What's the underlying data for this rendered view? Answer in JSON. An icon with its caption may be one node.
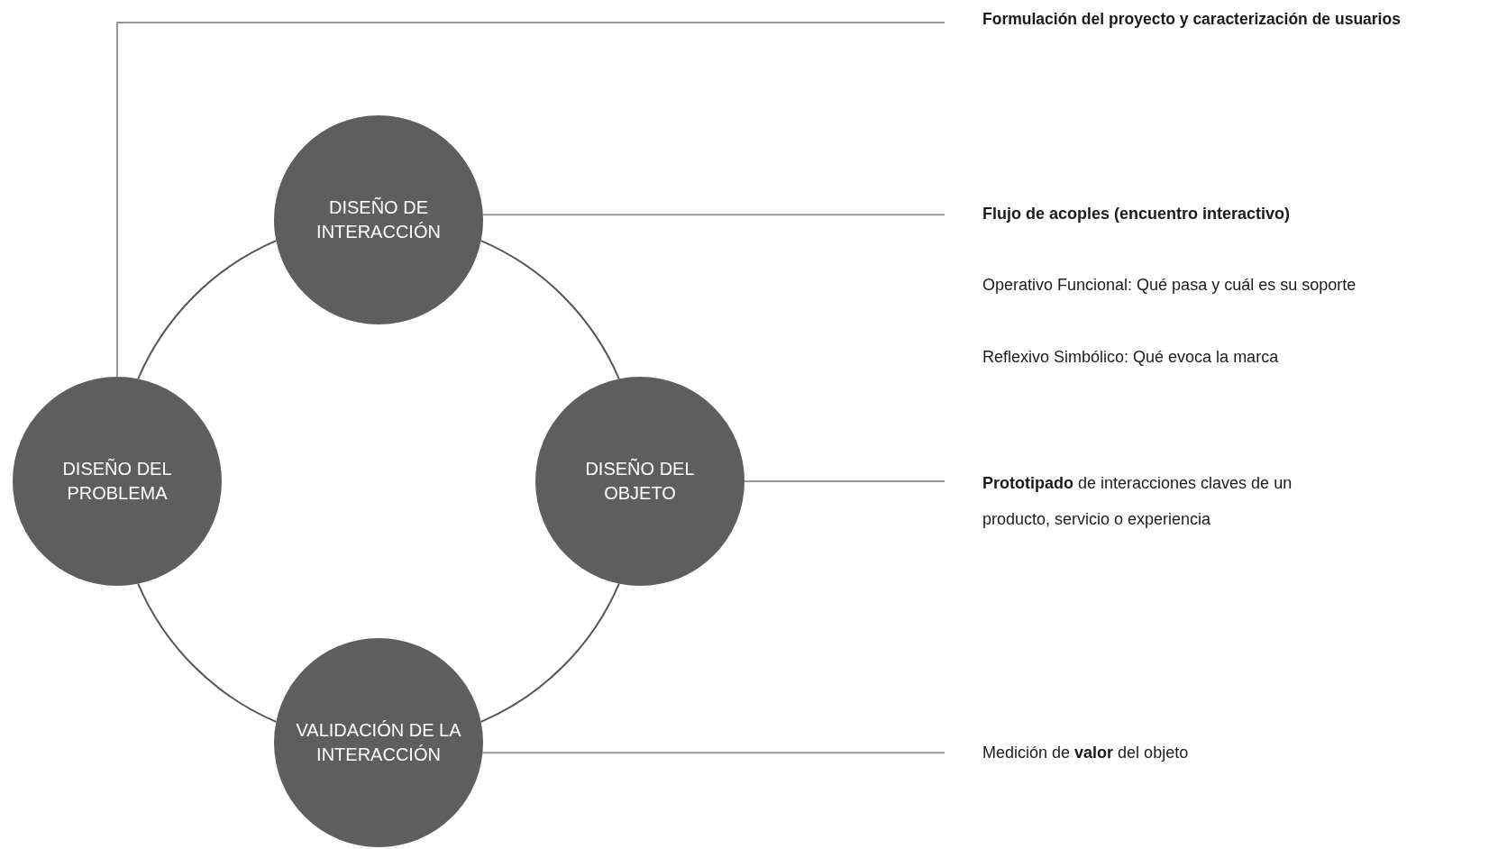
{
  "diagram": {
    "nodes": [
      {
        "text": [
          "DISEÑO DE INTERACCIÓN"
        ]
      },
      {
        "text": [
          "DISEÑO DEL PROBLEMA"
        ]
      },
      {
        "text": [
          "DISEÑO DEL OBJETO"
        ]
      },
      {
        "text": [
          "VALIDACIÓN DE LA INTERACCIÓN"
        ]
      },
      {
        "text": [
          "Formulación del proyecto y caracterización de usuarios"
        ]
      },
      {
        "text": [
          "Flujo de acoples (encuentro interactivo)"
        ]
      },
      {
        "text": [
          "**Prototipado** de interacciones claves de un producto, servicio o experiencia"
        ]
      },
      {
        "text": [
          "Medición de **valor** del objeto"
        ]
      }
    ],
    "edges": [
      {
        "from": 0,
        "to": 2,
        "arrow": "none"
      },
      {
        "from": 2,
        "to": 3,
        "arrow": "none"
      },
      {
        "from": 3,
        "to": 1,
        "arrow": "none"
      },
      {
        "from": 1,
        "to": 0,
        "arrow": "none"
      },
      {
        "from": 1,
        "to": 4,
        "arrow": "none",
        "color": "#9a9a9a"
      },
      {
        "from": 0,
        "to": 5,
        "arrow": "none",
        "color": "#9a9a9a"
      },
      {
        "from": 2,
        "to": 6,
        "arrow": "none",
        "color": "#9a9a9a"
      },
      {
        "from": 3,
        "to": 7,
        "arrow": "none",
        "color": "#9a9a9a"
      }
    ],
    "labels": [
      "Operativo Funcional: Qué pasa y cuál es su soporte",
      "Reflexivo Simbólico: Qué evoca la marca"
    ]
  }
}
